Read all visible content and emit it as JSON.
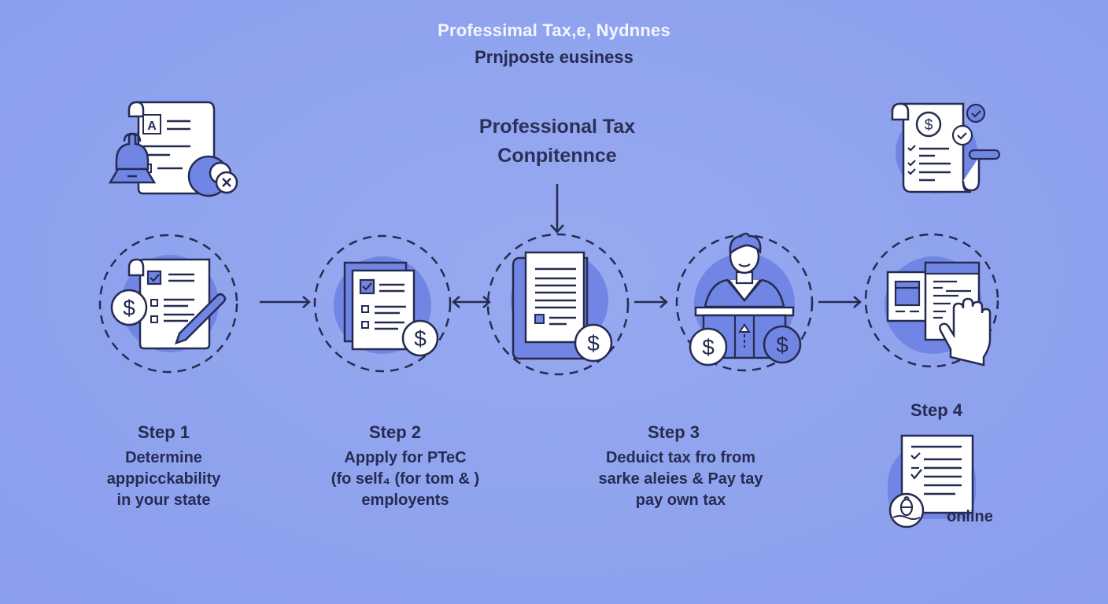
{
  "header": {
    "title": "Professimal Tax,e, Nydnnes",
    "subtitle": "Prnjposte eusiness"
  },
  "center": {
    "heading_line1": "Professional Tax",
    "heading_line2": "Conpitennce"
  },
  "steps": [
    {
      "label": "Step 1",
      "desc_line1": "Determine",
      "desc_line2": "apppicckability",
      "desc_line3": "in your state",
      "icon": "checklist-dollar-pencil-icon"
    },
    {
      "label": "Step 2",
      "desc_line1": "Appply for PTeC",
      "desc_line2": "(fo self₄ (for  tom & )",
      "desc_line3": "employents",
      "icon": "application-form-dollar-icon"
    },
    {
      "label": "Step 3",
      "desc_line1": "Deduict tax fro from",
      "desc_line2": "sarke aleies & Pay tay",
      "desc_line3": "pay own tax",
      "icon": "employer-desk-dollar-icon"
    },
    {
      "label": "Step 4",
      "extra": "online",
      "icon": "online-checklist-icon"
    }
  ],
  "decorations": {
    "top_left_icon": "document-bell-lock-icon",
    "top_right_icon": "receipt-dollar-check-icon",
    "center_icon": "ledger-book-dollar-icon",
    "right_icon": "web-form-hand-icon"
  },
  "colors": {
    "background": "#8fa2ee",
    "ink": "#262b52",
    "accent_circle": "#7186e4",
    "paper": "#ffffff",
    "title_light": "#f4f6ff"
  }
}
